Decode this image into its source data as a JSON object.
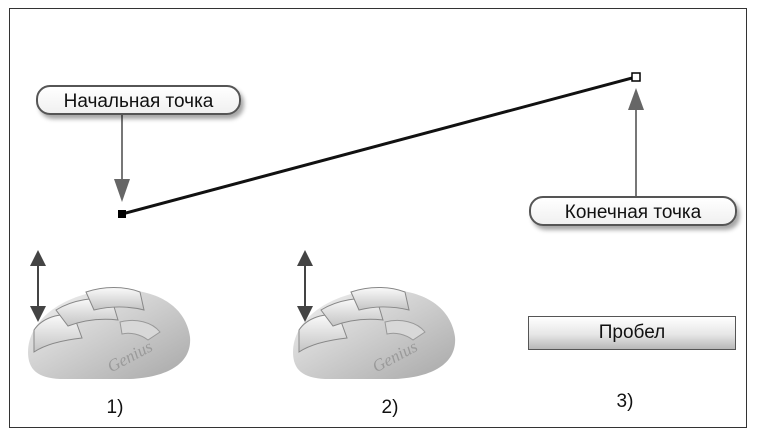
{
  "callouts": {
    "start_point": "Начальная точка",
    "end_point": "Конечная точка"
  },
  "keys": {
    "space": "Пробел"
  },
  "mouse": {
    "brand": "Genius"
  },
  "steps": [
    "1)",
    "2)",
    "3)"
  ]
}
